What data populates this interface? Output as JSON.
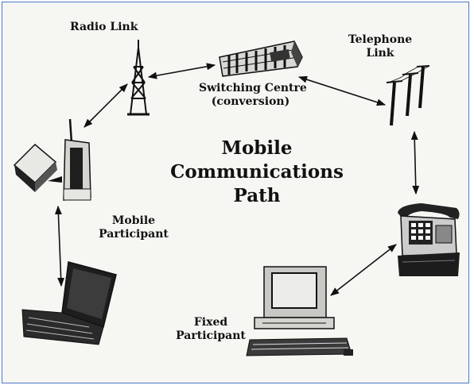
{
  "diagram": {
    "title_lines": [
      "Mobile",
      "Communications",
      "Path"
    ],
    "labels": {
      "radio_link": "Radio Link",
      "switching_line1": "Switching Centre",
      "switching_line2": "(conversion)",
      "telephone_line1": "Telephone",
      "telephone_line2": "Link",
      "mobile_line1": "Mobile",
      "mobile_line2": "Participant",
      "fixed_line1": "Fixed",
      "fixed_line2": "Participant"
    },
    "icons": [
      "radio-mast-icon",
      "switching-centre-icon",
      "telephone-poles-icon",
      "desk-telephone-icon",
      "desktop-computer-icon",
      "laptop-icon",
      "mobile-phone-icon",
      "cradle-unit-icon"
    ]
  }
}
